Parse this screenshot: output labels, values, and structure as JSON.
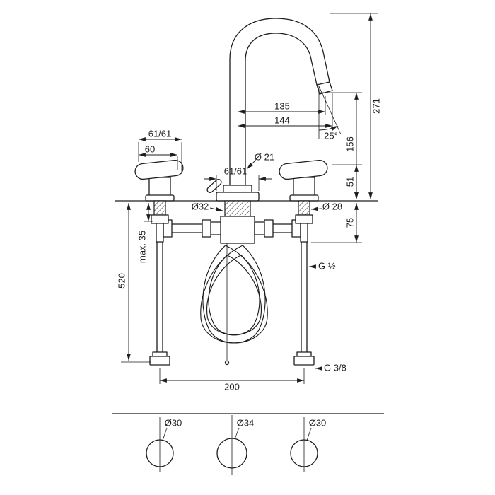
{
  "drawing": {
    "type": "technical-dimension-drawing",
    "subject": "3-hole-basin-mixer-faucet",
    "dims": {
      "handle_6161": "61/61",
      "handle_60": "60",
      "reach_135": "135",
      "reach_144": "144",
      "angle_25": "25°",
      "height_271": "271",
      "height_156": "156",
      "height_51": "51",
      "depth_75": "75",
      "dia_21": "Ø 21",
      "base_6161": "61/61",
      "dia_32": "Ø32",
      "dia_28": "Ø 28",
      "max_35": "max. 35",
      "hose_520": "520",
      "thread_g12": "G ½",
      "thread_g38": "G 3/8",
      "spread_200": "200",
      "hole_left": "Ø30",
      "hole_mid": "Ø34",
      "hole_right": "Ø30"
    },
    "colors": {
      "line": "#1d1d1d",
      "background": "#ffffff"
    }
  }
}
